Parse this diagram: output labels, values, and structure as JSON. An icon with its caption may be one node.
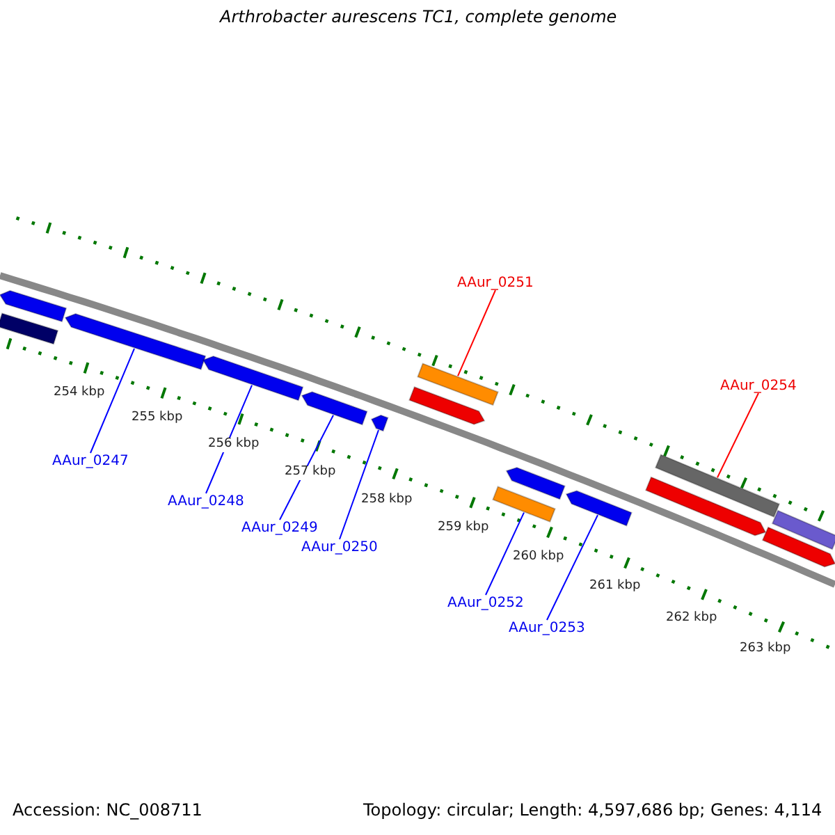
{
  "diagram": {
    "title": "Arthrobacter aurescens TC1, complete genome",
    "nodes": [
      {
        "text": [
          "AAur_0247"
        ]
      },
      {
        "text": [
          "AAur_0248"
        ]
      },
      {
        "text": [
          "AAur_0249"
        ]
      },
      {
        "text": [
          "AAur_0250"
        ]
      },
      {
        "text": [
          "AAur_0251"
        ]
      },
      {
        "text": [
          "AAur_0252"
        ]
      },
      {
        "text": [
          "AAur_0253"
        ]
      },
      {
        "text": [
          "AAur_0254"
        ]
      },
      {
        "text": [],
        "shape": "arrow"
      },
      {
        "text": [],
        "shape": "box"
      },
      {
        "text": [],
        "shape": "arrow"
      },
      {
        "text": [],
        "shape": "arrow"
      },
      {
        "text": [],
        "shape": "arrow"
      },
      {
        "text": [],
        "shape": "arrow"
      },
      {
        "text": [],
        "shape": "arrow"
      },
      {
        "text": [],
        "shape": "box"
      },
      {
        "text": [],
        "shape": "box"
      },
      {
        "text": [],
        "shape": "arrow"
      },
      {
        "text": [],
        "shape": "arrow"
      },
      {
        "text": [],
        "shape": "arrow"
      },
      {
        "text": [],
        "shape": "box"
      },
      {
        "text": [],
        "shape": "arrow"
      },
      {
        "text": [],
        "shape": "box"
      }
    ],
    "edges": [
      {
        "from": 0,
        "to": 10,
        "arrow": "none"
      },
      {
        "from": 1,
        "to": 11,
        "arrow": "none"
      },
      {
        "from": 2,
        "to": 12,
        "arrow": "none"
      },
      {
        "from": 3,
        "to": 13,
        "arrow": "none"
      },
      {
        "from": 4,
        "to": 15,
        "arrow": "none",
        "color": "#ff0000"
      },
      {
        "from": 5,
        "to": 16,
        "arrow": "none"
      },
      {
        "from": 6,
        "to": 18,
        "arrow": "none"
      },
      {
        "from": 7,
        "to": 20,
        "arrow": "none",
        "color": "#ff0000"
      }
    ],
    "labels": [
      "254 kbp",
      "255 kbp",
      "256 kbp",
      "257 kbp",
      "258 kbp",
      "259 kbp",
      "260 kbp",
      "261 kbp",
      "262 kbp",
      "263 kbp",
      "Accession: NC_008711",
      "Topology: circular; Length: 4,597,686 bp; Genes: 4,114"
    ]
  }
}
